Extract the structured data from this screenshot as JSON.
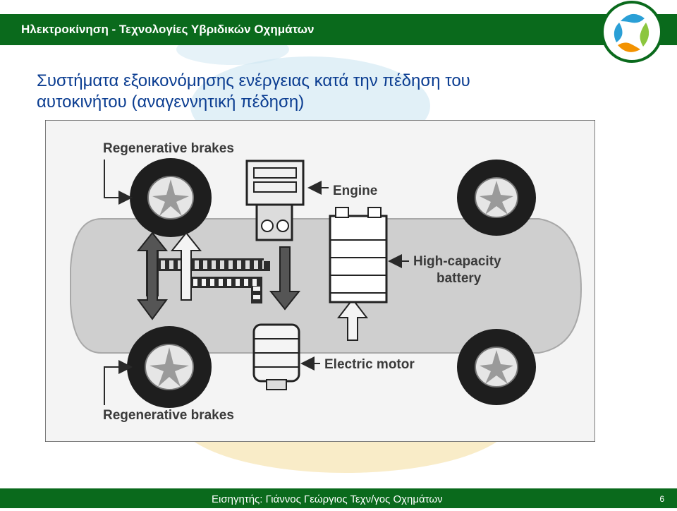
{
  "header": {
    "title": "Ηλεκτροκίνηση - Τεχνολογίες Υβριδικών Οχημάτων"
  },
  "slide": {
    "title_line1": "Συστήματα εξοικονόμησης ενέργειας κατά την  πέδηση του",
    "title_line2": "αυτοκινήτου (αναγεννητική πέδηση)"
  },
  "diagram": {
    "labels": {
      "regen_brakes_top": "Regenerative brakes",
      "regen_brakes_bottom": "Regenerative brakes",
      "engine": "Engine",
      "battery_line1": "High-capacity",
      "battery_line2": "battery",
      "electric_motor": "Electric motor"
    }
  },
  "footer": {
    "text": "Εισηγητής: Γιάννος Γεώργιος  Τεχν/γος  Οχημάτων",
    "page_number": "6"
  },
  "colors": {
    "header_green": "#0a6a1c",
    "title_blue": "#0b3d91",
    "car_body_gray": "#cfcfcf",
    "watermark_yellow": "#f4dd9a",
    "watermark_blue": "#cde6f2"
  }
}
